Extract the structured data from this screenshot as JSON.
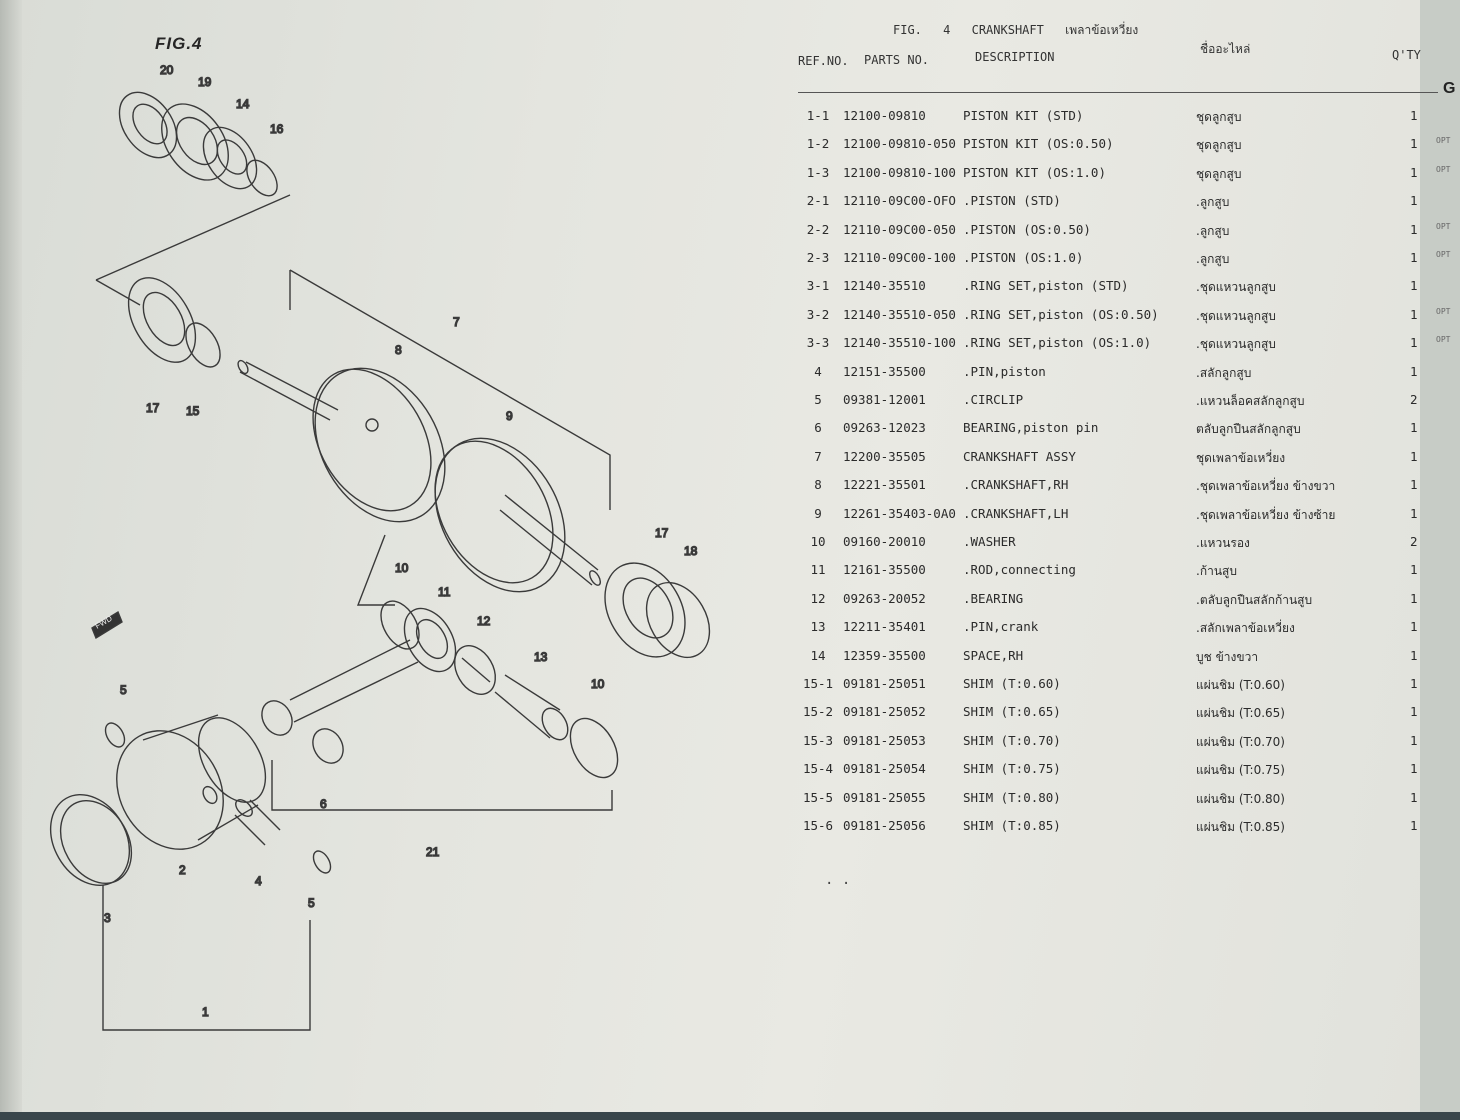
{
  "figure_label": "FIG.4",
  "callouts": [
    "20",
    "19",
    "14",
    "16",
    "17",
    "15",
    "8",
    "7",
    "9",
    "17",
    "18",
    "10",
    "11",
    "12",
    "13",
    "10",
    "5",
    "6",
    "2",
    "4",
    "5",
    "3",
    "21",
    "1"
  ],
  "fwd_label": "FWD",
  "table": {
    "title_fig": "FIG.",
    "title_num": "4",
    "title_name": "CRANKSHAFT",
    "title_thai": "เพลาข้อเหวี่ยง",
    "headers": {
      "ref": "REF.NO.",
      "part": "PARTS NO.",
      "desc": "DESCRIPTION",
      "thai": "ชื่ออะไหล่",
      "qty": "Q'TY"
    },
    "rows": [
      {
        "ref": "1-1",
        "part": "12100-09810",
        "desc": "PISTON KIT (STD)",
        "thai": "ชุดลูกสูบ",
        "qty": "1",
        "note": ""
      },
      {
        "ref": "1-2",
        "part": "12100-09810-050",
        "desc": "PISTON KIT (OS:0.50)",
        "thai": "ชุดลูกสูบ",
        "qty": "1",
        "note": "OPT"
      },
      {
        "ref": "1-3",
        "part": "12100-09810-100",
        "desc": "PISTON KIT (OS:1.0)",
        "thai": "ชุดลูกสูบ",
        "qty": "1",
        "note": "OPT"
      },
      {
        "ref": "2-1",
        "part": "12110-09C00-OFO",
        "desc": ".PISTON (STD)",
        "thai": ".ลูกสูบ",
        "qty": "1",
        "note": ""
      },
      {
        "ref": "2-2",
        "part": "12110-09C00-050",
        "desc": ".PISTON (OS:0.50)",
        "thai": ".ลูกสูบ",
        "qty": "1",
        "note": "OPT"
      },
      {
        "ref": "2-3",
        "part": "12110-09C00-100",
        "desc": ".PISTON (OS:1.0)",
        "thai": ".ลูกสูบ",
        "qty": "1",
        "note": "OPT"
      },
      {
        "ref": "3-1",
        "part": "12140-35510",
        "desc": ".RING SET,piston (STD)",
        "thai": ".ชุดแหวนลูกสูบ",
        "qty": "1",
        "note": ""
      },
      {
        "ref": "3-2",
        "part": "12140-35510-050",
        "desc": ".RING SET,piston (OS:0.50)",
        "thai": ".ชุดแหวนลูกสูบ",
        "qty": "1",
        "note": "OPT"
      },
      {
        "ref": "3-3",
        "part": "12140-35510-100",
        "desc": ".RING SET,piston (OS:1.0)",
        "thai": ".ชุดแหวนลูกสูบ",
        "qty": "1",
        "note": "OPT"
      },
      {
        "ref": "4",
        "part": "12151-35500",
        "desc": ".PIN,piston",
        "thai": ".สลักลูกสูบ",
        "qty": "1",
        "note": ""
      },
      {
        "ref": "5",
        "part": "09381-12001",
        "desc": ".CIRCLIP",
        "thai": ".แหวนล็อคสลักลูกสูบ",
        "qty": "2",
        "note": ""
      },
      {
        "ref": "6",
        "part": "09263-12023",
        "desc": "BEARING,piston pin",
        "thai": "ตลับลูกปืนสลักลูกสูบ",
        "qty": "1",
        "note": ""
      },
      {
        "ref": "7",
        "part": "12200-35505",
        "desc": "CRANKSHAFT ASSY",
        "thai": "ชุดเพลาข้อเหวี่ยง",
        "qty": "1",
        "note": ""
      },
      {
        "ref": "8",
        "part": "12221-35501",
        "desc": ".CRANKSHAFT,RH",
        "thai": ".ชุดเพลาข้อเหวี่ยง ข้างขวา",
        "qty": "1",
        "note": ""
      },
      {
        "ref": "9",
        "part": "12261-35403-0A0",
        "desc": ".CRANKSHAFT,LH",
        "thai": ".ชุดเพลาข้อเหวี่ยง ข้างซ้าย",
        "qty": "1",
        "note": ""
      },
      {
        "ref": "10",
        "part": "09160-20010",
        "desc": ".WASHER",
        "thai": ".แหวนรอง",
        "qty": "2",
        "note": ""
      },
      {
        "ref": "11",
        "part": "12161-35500",
        "desc": ".ROD,connecting",
        "thai": ".ก้านสูบ",
        "qty": "1",
        "note": ""
      },
      {
        "ref": "12",
        "part": "09263-20052",
        "desc": ".BEARING",
        "thai": ".ตลับลูกปืนสลักก้านสูบ",
        "qty": "1",
        "note": ""
      },
      {
        "ref": "13",
        "part": "12211-35401",
        "desc": ".PIN,crank",
        "thai": ".สลักเพลาข้อเหวี่ยง",
        "qty": "1",
        "note": ""
      },
      {
        "ref": "14",
        "part": "12359-35500",
        "desc": "SPACE,RH",
        "thai": "บูช ข้างขวา",
        "qty": "1",
        "note": ""
      },
      {
        "ref": "15-1",
        "part": "09181-25051",
        "desc": "SHIM (T:0.60)",
        "thai": "แผ่นชิม (T:0.60)",
        "qty": "1",
        "note": ""
      },
      {
        "ref": "15-2",
        "part": "09181-25052",
        "desc": "SHIM (T:0.65)",
        "thai": "แผ่นชิม (T:0.65)",
        "qty": "1",
        "note": ""
      },
      {
        "ref": "15-3",
        "part": "09181-25053",
        "desc": "SHIM (T:0.70)",
        "thai": "แผ่นชิม (T:0.70)",
        "qty": "1",
        "note": ""
      },
      {
        "ref": "15-4",
        "part": "09181-25054",
        "desc": "SHIM (T:0.75)",
        "thai": "แผ่นชิม (T:0.75)",
        "qty": "1",
        "note": ""
      },
      {
        "ref": "15-5",
        "part": "09181-25055",
        "desc": "SHIM (T:0.80)",
        "thai": "แผ่นชิม (T:0.80)",
        "qty": "1",
        "note": ""
      },
      {
        "ref": "15-6",
        "part": "09181-25056",
        "desc": "SHIM (T:0.85)",
        "thai": "แผ่นชิม (T:0.85)",
        "qty": "1",
        "note": ""
      }
    ]
  },
  "side_letter": "G",
  "footer_dots": ". ."
}
